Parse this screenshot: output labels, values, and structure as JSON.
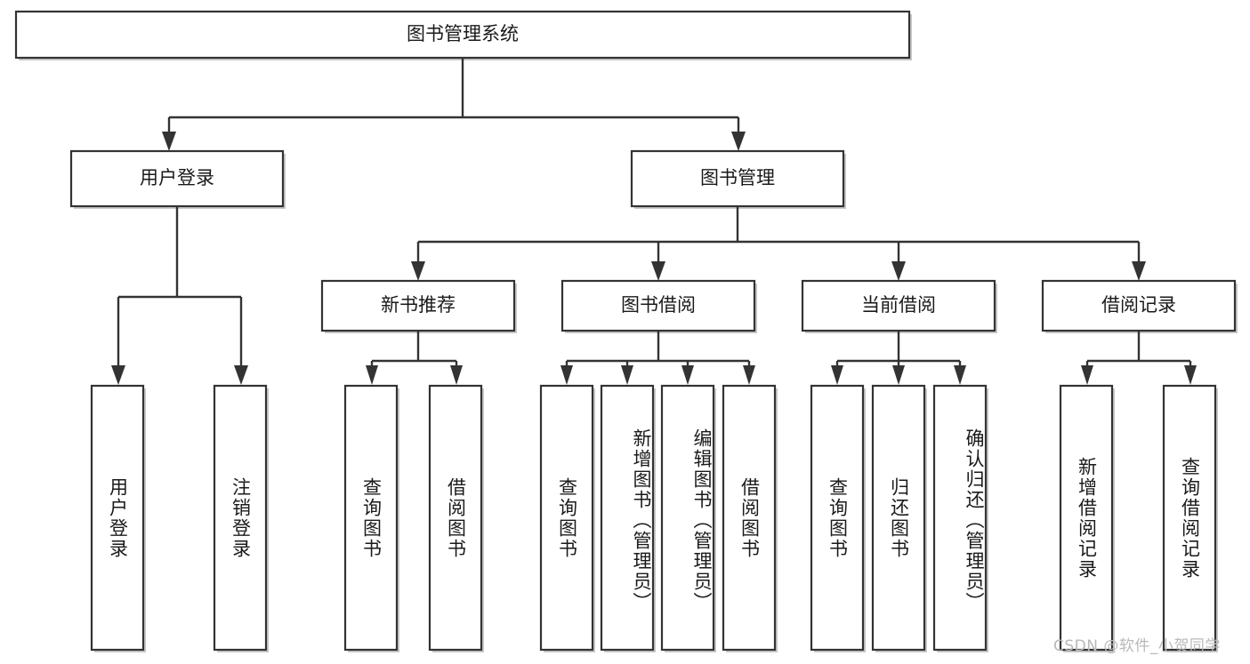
{
  "diagram": {
    "type": "tree-hierarchy",
    "title": "图书管理系统",
    "watermark": "CSDN @软件_小贺同学",
    "colors": {
      "box_fill": "#ffffff",
      "box_stroke": "#333333",
      "text": "#1a1a1a",
      "watermark": "#b9b9b9",
      "background": "#ffffff"
    },
    "nodes": {
      "root": {
        "label": "图书管理系统",
        "level": 1
      },
      "level2": [
        {
          "id": "user-login",
          "label": "用户登录"
        },
        {
          "id": "book-manage",
          "label": "图书管理"
        }
      ],
      "level3": [
        {
          "id": "new-book-recommend",
          "label": "新书推荐",
          "parent": "book-manage"
        },
        {
          "id": "book-borrow",
          "label": "图书借阅",
          "parent": "book-manage"
        },
        {
          "id": "current-borrow",
          "label": "当前借阅",
          "parent": "book-manage"
        },
        {
          "id": "borrow-record",
          "label": "借阅记录",
          "parent": "book-manage"
        }
      ],
      "leaves": [
        {
          "id": "leaf-user-login",
          "label": "用户登录",
          "parent": "user-login"
        },
        {
          "id": "leaf-logout-login",
          "label": "注销登录",
          "parent": "user-login"
        },
        {
          "id": "leaf-query-book-1",
          "label": "查询图书",
          "parent": "new-book-recommend"
        },
        {
          "id": "leaf-borrow-book-1",
          "label": "借阅图书",
          "parent": "new-book-recommend"
        },
        {
          "id": "leaf-query-book-2",
          "label": "查询图书",
          "parent": "book-borrow"
        },
        {
          "id": "leaf-add-book",
          "label": "新增图书（管理员）",
          "parent": "book-borrow"
        },
        {
          "id": "leaf-edit-book",
          "label": "编辑图书（管理员）",
          "parent": "book-borrow"
        },
        {
          "id": "leaf-borrow-book-2",
          "label": "借阅图书",
          "parent": "book-borrow"
        },
        {
          "id": "leaf-query-book-3",
          "label": "查询图书",
          "parent": "current-borrow"
        },
        {
          "id": "leaf-return-book",
          "label": "归还图书",
          "parent": "current-borrow"
        },
        {
          "id": "leaf-confirm-return",
          "label": "确认归还（管理员）",
          "parent": "current-borrow"
        },
        {
          "id": "leaf-add-record",
          "label": "新增借阅记录",
          "parent": "borrow-record"
        },
        {
          "id": "leaf-query-record",
          "label": "查询借阅记录",
          "parent": "borrow-record"
        }
      ]
    }
  }
}
